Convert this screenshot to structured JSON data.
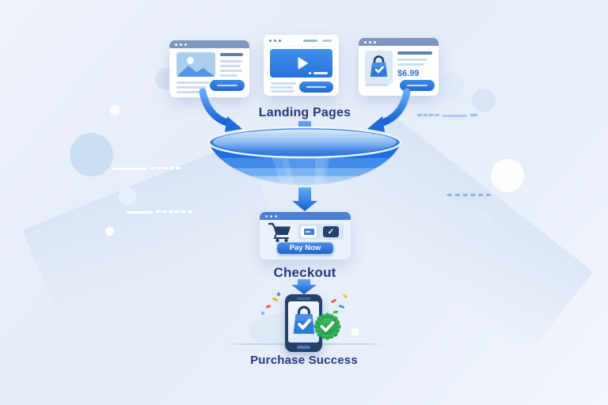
{
  "stages": {
    "landing": {
      "label": "Landing Pages"
    },
    "checkout": {
      "label": "Checkout",
      "pay_button": "Pay Now"
    },
    "success": {
      "label": "Purchase Success"
    }
  },
  "product": {
    "price": "$6.99"
  },
  "icons": {
    "checkmark_glyph": "✓",
    "names": [
      "browser-dots",
      "image-placeholder",
      "play-icon",
      "shopping-bag-icon",
      "cart-icon",
      "credit-card-icon",
      "check-icon",
      "verified-badge-icon",
      "smartphone-icon",
      "funnel",
      "arrow-icon"
    ]
  },
  "colors": {
    "label_text": "#253a80",
    "accent_blue": "#2f7ad9",
    "funnel_blue": "#1d6ede",
    "header_slate": "#7e97c0",
    "success_green": "#2fa84f"
  }
}
